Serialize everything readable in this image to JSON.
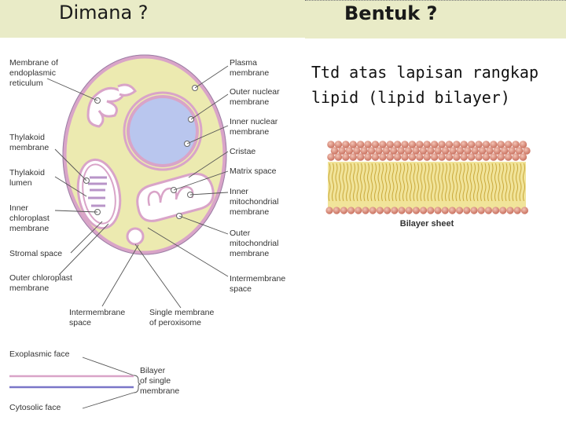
{
  "header": {
    "left_title": "Dimana ?",
    "right_title": "Bentuk ?"
  },
  "body_text": "Ttd atas lapisan rangkap lipid (lipid bilayer)",
  "cell_diagram": {
    "labels_left": {
      "er_membrane": [
        "Membrane of",
        "endoplasmic",
        "reticulum"
      ],
      "thylakoid_membrane": [
        "Thylakoid",
        "membrane"
      ],
      "thylakoid_lumen": [
        "Thylakoid",
        "lumen"
      ],
      "inner_chloroplast": [
        "Inner",
        "chloroplast",
        "membrane"
      ],
      "stromal_space": [
        "Stromal space"
      ],
      "outer_chloroplast": [
        "Outer chloroplast",
        "membrane"
      ]
    },
    "labels_right": {
      "plasma_membrane": [
        "Plasma",
        "membrane"
      ],
      "outer_nuclear": [
        "Outer nuclear",
        "membrane"
      ],
      "inner_nuclear": [
        "Inner nuclear",
        "membrane"
      ],
      "cristae": [
        "Cristae"
      ],
      "matrix_space": [
        "Matrix space"
      ],
      "inner_mito": [
        "Inner",
        "mitochondrial",
        "membrane"
      ],
      "outer_mito": [
        "Outer",
        "mitochondrial",
        "membrane"
      ],
      "intermembrane_right": [
        "Intermembrane",
        "space"
      ]
    },
    "labels_bottom": {
      "intermembrane_bottom": [
        "Intermembrane",
        "space"
      ],
      "peroxisome": [
        "Single membrane",
        "of peroxisome"
      ]
    },
    "bilayer_legend": {
      "exoplasmic": "Exoplasmic face",
      "cytosolic": "Cytosolic face",
      "bilayer_label": [
        "Bilayer",
        "of single",
        "membrane"
      ]
    }
  },
  "bilayer_image": {
    "caption": "Bilayer sheet"
  },
  "colors": {
    "header_bg": "#e9ebc7",
    "cytoplasm": "#eceab0",
    "nucleus": "#b9c6ee",
    "membrane_pink": "#d9a4c8",
    "head_red": "#d98c7b",
    "tail_yellow": "#e8d262"
  }
}
